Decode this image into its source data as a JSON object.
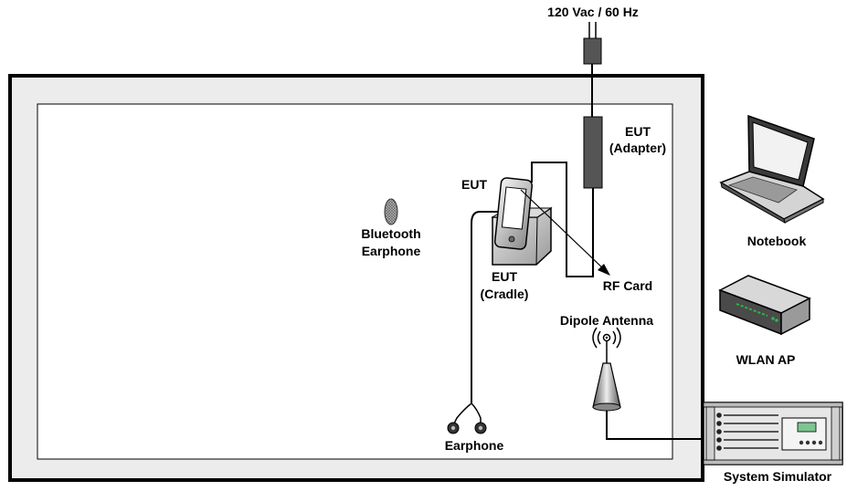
{
  "power": {
    "label": "120 Vac / 60 Hz"
  },
  "adapter": {
    "line1": "EUT",
    "line2": "(Adapter)"
  },
  "eut": {
    "label": "EUT"
  },
  "cradle": {
    "line1": "EUT",
    "line2": "(Cradle)"
  },
  "rf_card": {
    "label": "RF Card"
  },
  "bluetooth": {
    "line1": "Bluetooth",
    "line2": "Earphone"
  },
  "dipole": {
    "label": "Dipole Antenna"
  },
  "earphone": {
    "label": "Earphone"
  },
  "notebook": {
    "label": "Notebook"
  },
  "wlan": {
    "label": "WLAN AP"
  },
  "simulator": {
    "label": "System Simulator"
  }
}
